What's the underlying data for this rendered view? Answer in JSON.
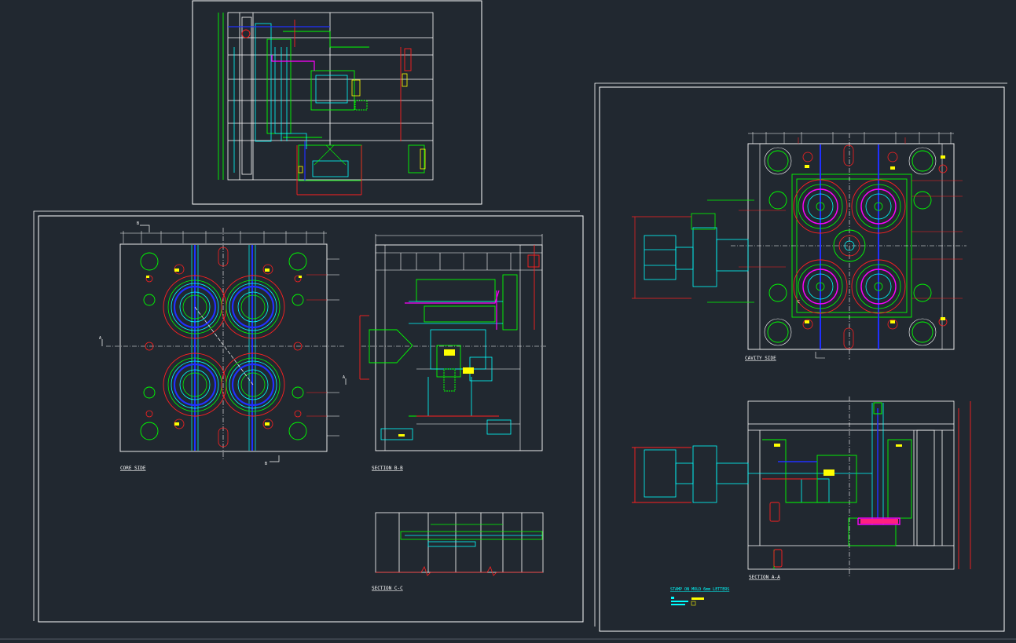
{
  "colors": {
    "background": "#212830",
    "frame": "#ffffff",
    "outline": "#00ff00",
    "cyan": "#00ffff",
    "red": "#ff2020",
    "blue": "#2030ff",
    "yellow": "#ffff00",
    "magenta": "#ff00ff",
    "white": "#ffffff"
  },
  "labels": {
    "core_side": "CORE SIDE",
    "section_bb": "SECTION B-B",
    "section_cc": "SECTION C-C",
    "cavity_side": "CAVITY SIDE",
    "section_aa": "SECTION A-A",
    "stamp_note": "STAMP ON MOLD 6mm LETTERS"
  },
  "markers": {
    "b_top": "B",
    "b_bottom": "B",
    "a_left": "A",
    "a_right": "A",
    "c_mark": "C"
  }
}
